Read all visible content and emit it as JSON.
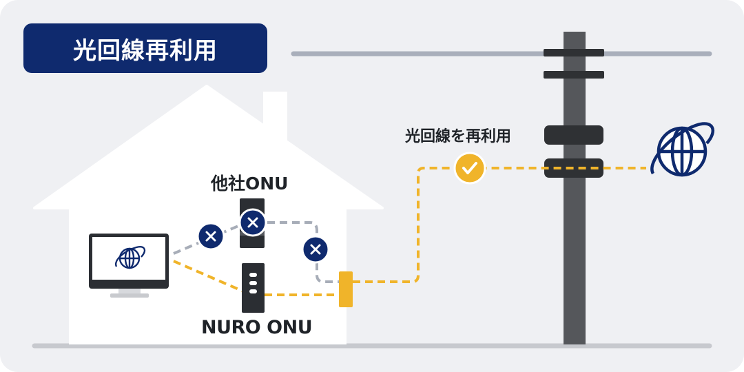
{
  "title": "光回線再利用",
  "labels": {
    "other_onu": "他社ONU",
    "nuro_onu": "NURO ONU",
    "line_reuse": "光回線を再利用"
  },
  "icons": {
    "blocked": "x-circle-icon",
    "ok": "check-circle-icon",
    "internet": "globe-icon"
  },
  "colors": {
    "badge": "#0f2a6e",
    "card_bg": "#eff0f3",
    "house": "#ffffff",
    "fiber_orange": "#f0b42a",
    "blocked_gray": "#a7adb8",
    "pole": "#55575b",
    "wire": "#a9afbb",
    "ground": "#c7c9ce"
  }
}
